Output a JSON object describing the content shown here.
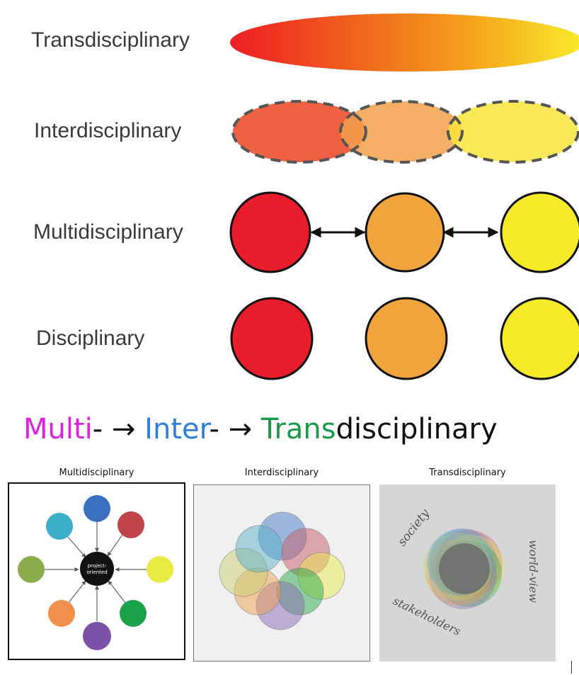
{
  "rows": [
    {
      "key": "trans",
      "label": "Transdisciplinary"
    },
    {
      "key": "inter",
      "label": "Interdisciplinary"
    },
    {
      "key": "multi",
      "label": "Multidisciplinary"
    },
    {
      "key": "disc",
      "label": "Disciplinary"
    }
  ],
  "headline": {
    "multi": "Multi",
    "dash1": "- → ",
    "inter": "Inter",
    "dash2": "- → ",
    "trans": "Trans",
    "rest": "disciplinary"
  },
  "panels": {
    "multi": {
      "title": "Multidisciplinary",
      "center_line1": "project-",
      "center_line2": "oriented"
    },
    "inter": {
      "title": "Interdisciplinary"
    },
    "trans": {
      "title": "Transdisciplinary",
      "word_society": "society",
      "word_worldview": "world-view",
      "word_stakeholders": "stakeholders"
    }
  },
  "colors": {
    "red": "#e8192b",
    "orange": "#f2a43c",
    "yellow": "#f7eb27",
    "magenta": "#e020e0",
    "blue": "#2f7fdc",
    "green": "#1a9a48",
    "outer_nodes": [
      "#3b6fbf",
      "#c0444a",
      "#eaea40",
      "#1aa24a",
      "#7b52a8",
      "#f0904a",
      "#8aac4a",
      "#3cb0c8"
    ]
  }
}
